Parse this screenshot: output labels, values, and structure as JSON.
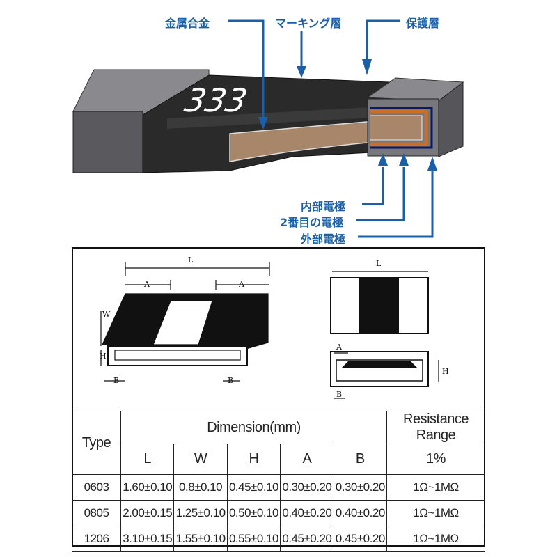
{
  "callouts": {
    "metal_alloy": "金属合金",
    "marking_layer": "マーキング層",
    "protective_layer": "保護層",
    "inner_electrode": "内部電極",
    "second_electrode": "2番目の電極",
    "outer_electrode": "外部電極"
  },
  "chip_marking": "333",
  "dimension_labels": {
    "L": "L",
    "A": "A",
    "W": "W",
    "H": "H",
    "B": "B"
  },
  "colors": {
    "callout": "#1a5fa8",
    "body": "#2a2a2a",
    "terminal": "#6e6e72",
    "alloy": "#a8866a",
    "electrode": "#c8702a"
  },
  "table": {
    "type_header": "Type",
    "dimension_header": "Dimension(mm)",
    "resistance_header": "Resistance Range",
    "columns": [
      "L",
      "W",
      "H",
      "A",
      "B"
    ],
    "tolerance": "1%",
    "rows": [
      {
        "type": "0603",
        "L": "1.60±0.10",
        "W": "0.8±0.10",
        "H": "0.45±0.10",
        "A": "0.30±0.20",
        "B": "0.30±0.20",
        "range": "1Ω~1MΩ"
      },
      {
        "type": "0805",
        "L": "2.00±0.15",
        "W": "1.25±0.10",
        "H": "0.50±0.10",
        "A": "0.40±0.20",
        "B": "0.40±0.20",
        "range": "1Ω~1MΩ"
      },
      {
        "type": "1206",
        "L": "3.10±0.15",
        "W": "1.55±0.10",
        "H": "0.55±0.10",
        "A": "0.45±0.20",
        "B": "0.45±0.20",
        "range": "1Ω~1MΩ"
      }
    ]
  }
}
